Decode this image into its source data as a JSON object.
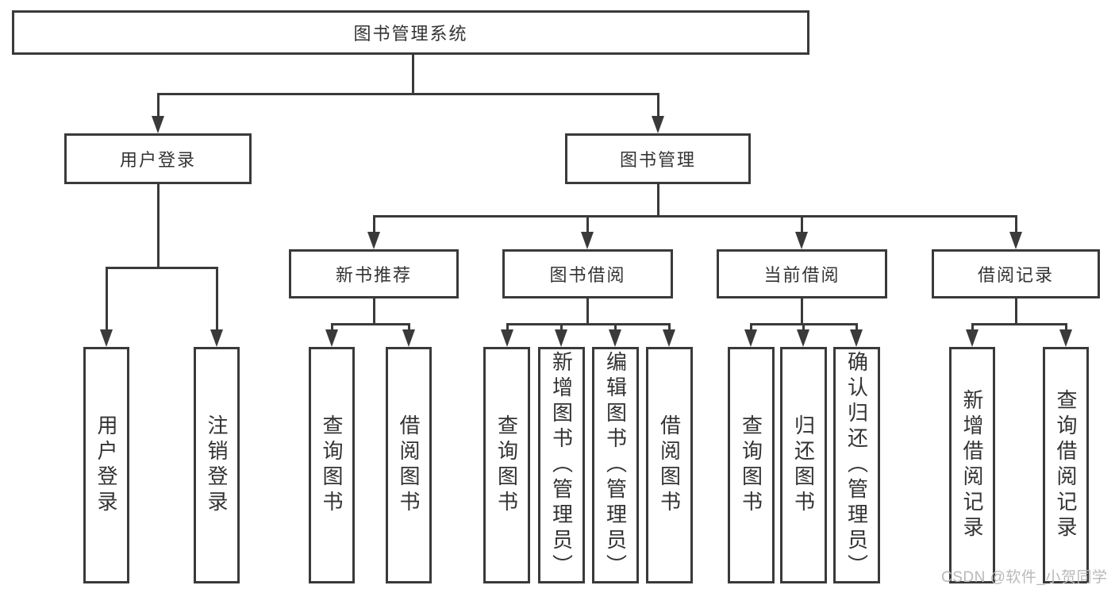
{
  "diagram": {
    "root": {
      "label": "图书管理系统"
    },
    "level1": [
      {
        "label": "用户登录"
      },
      {
        "label": "图书管理"
      }
    ],
    "level2": [
      {
        "label": "新书推荐"
      },
      {
        "label": "图书借阅"
      },
      {
        "label": "当前借阅"
      },
      {
        "label": "借阅记录"
      }
    ],
    "leaves": {
      "user": [
        "用户登录",
        "注销登录"
      ],
      "recommend": [
        "查询图书",
        "借阅图书"
      ],
      "borrow": [
        "查询图书",
        "新增图书（管理员）",
        "编辑图书（管理员）",
        "借阅图书"
      ],
      "current": [
        "查询图书",
        "归还图书",
        "确认归还（管理员）"
      ],
      "records": [
        "新增借阅记录",
        "查询借阅记录"
      ]
    }
  },
  "watermark": {
    "text": "CSDN @软件_小贺同学",
    "color": "#b9b9b9"
  },
  "colors": {
    "line": "#3a3a3a",
    "box_border": "#3a3a3a",
    "text": "#333333",
    "background": "#ffffff"
  }
}
